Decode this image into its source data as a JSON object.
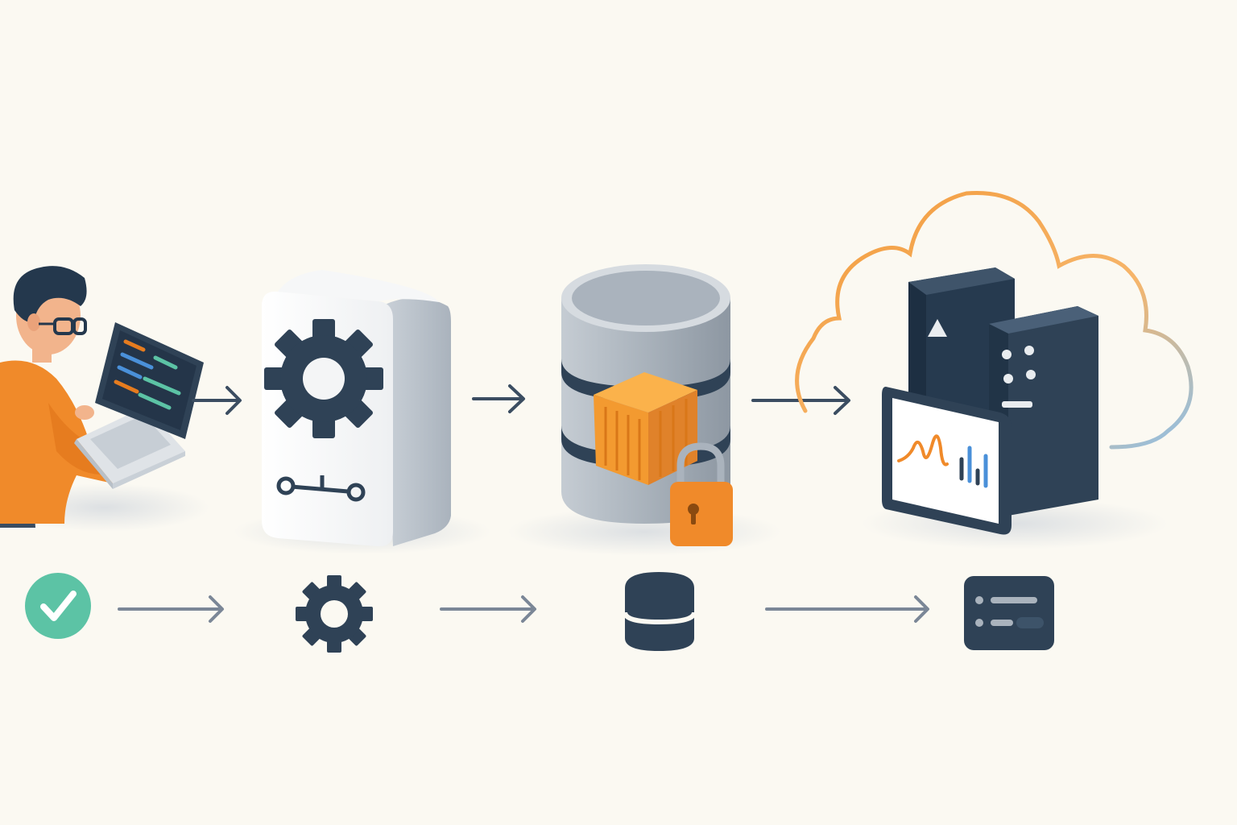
{
  "colors": {
    "background": "#fbf9f2",
    "navy": "#2f4256",
    "slate_arrow": "#7b8797",
    "orange": "#f08a2a",
    "orange_light": "#f6a23c",
    "teal": "#5cc3a5",
    "blue": "#4a90d9",
    "cloud_outline_start": "#f39a3a",
    "cloud_outline_end": "#8ec0e8",
    "gray_light": "#e9ecef",
    "gray_mid": "#aab3bd"
  },
  "stages": [
    {
      "id": "developer",
      "icon": "developer-at-laptop-illustration",
      "step_icon": "check-circle-icon"
    },
    {
      "id": "build",
      "icon": "gear-pipeline-box-illustration",
      "step_icon": "gear-icon"
    },
    {
      "id": "store",
      "icon": "secured-database-container-illustration",
      "step_icon": "database-icon"
    },
    {
      "id": "deploy",
      "icon": "cloud-servers-dashboard-illustration",
      "step_icon": "dashboard-card-icon"
    }
  ],
  "connectors": {
    "top": [
      "arrow-right-icon",
      "arrow-right-icon",
      "arrow-right-icon"
    ],
    "bottom": [
      "arrow-right-icon",
      "arrow-right-icon",
      "arrow-right-icon"
    ]
  }
}
